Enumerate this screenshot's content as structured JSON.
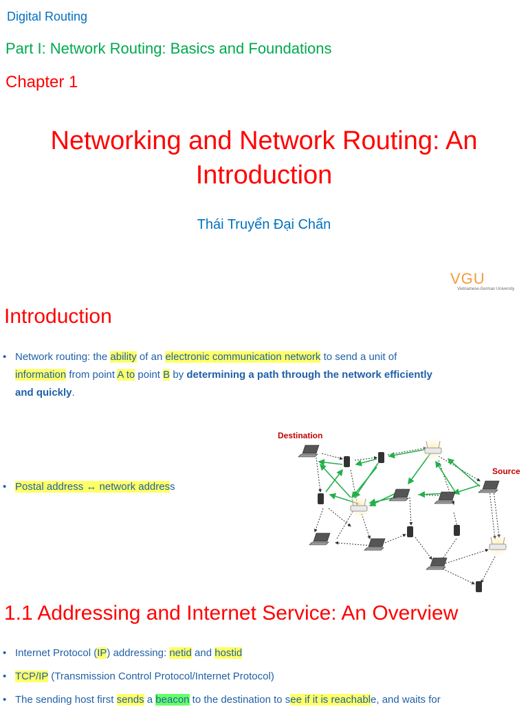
{
  "header": {
    "course": "Digital Routing",
    "part": "Part I: Network Routing: Basics and Foundations",
    "chapter": "Chapter 1",
    "title_line1": "Networking and Network Routing: An",
    "title_line2": "Introduction",
    "author": "Thái Truyển Đại Chấn"
  },
  "logo": {
    "mark": "VGU",
    "subtitle": "Vietnamese-German University"
  },
  "intro": {
    "heading": "Introduction",
    "def": {
      "t1": "Network routing: the ",
      "h1": "ability",
      "t2": " of an ",
      "h2": "electronic communication network",
      "t3": " to send a unit of",
      "h3": "information",
      "t4": " from point ",
      "h4": "A to",
      "t5": " point ",
      "h5": "B",
      "t6": " by ",
      "b1": "determining a path through the network efficiently",
      "b2": "and quickly",
      "t7": "."
    },
    "postal": {
      "h1": "Postal address ↔ network addres",
      "t1": "s"
    },
    "diagram": {
      "destination_label": "Destination",
      "source_label": "Source"
    }
  },
  "section11": {
    "heading": "1.1 Addressing and Internet Service: An Overview",
    "b1": {
      "t1": "Internet Protocol (",
      "h1": "IP",
      "t2": ") addressing: ",
      "h2": "netid",
      "t3": " and ",
      "h3": "hostid"
    },
    "b2": {
      "h1": "TCP/IP",
      "t1": " (Transmission Control Protocol/Internet Protocol)"
    },
    "b3": {
      "t1": "The sending host first ",
      "h1": "sends",
      "t2": " a ",
      "g1": "beacon",
      "t3": " to the destination to s",
      "h2": "ee if it is reachabl",
      "t4": "e, and waits for"
    }
  },
  "colors": {
    "title_red": "#ff0000",
    "green": "#00a84f",
    "blue": "#0070c0",
    "highlight_yellow": "#ffff66",
    "highlight_green": "#66ff66",
    "logo_orange": "#f39a3a"
  }
}
